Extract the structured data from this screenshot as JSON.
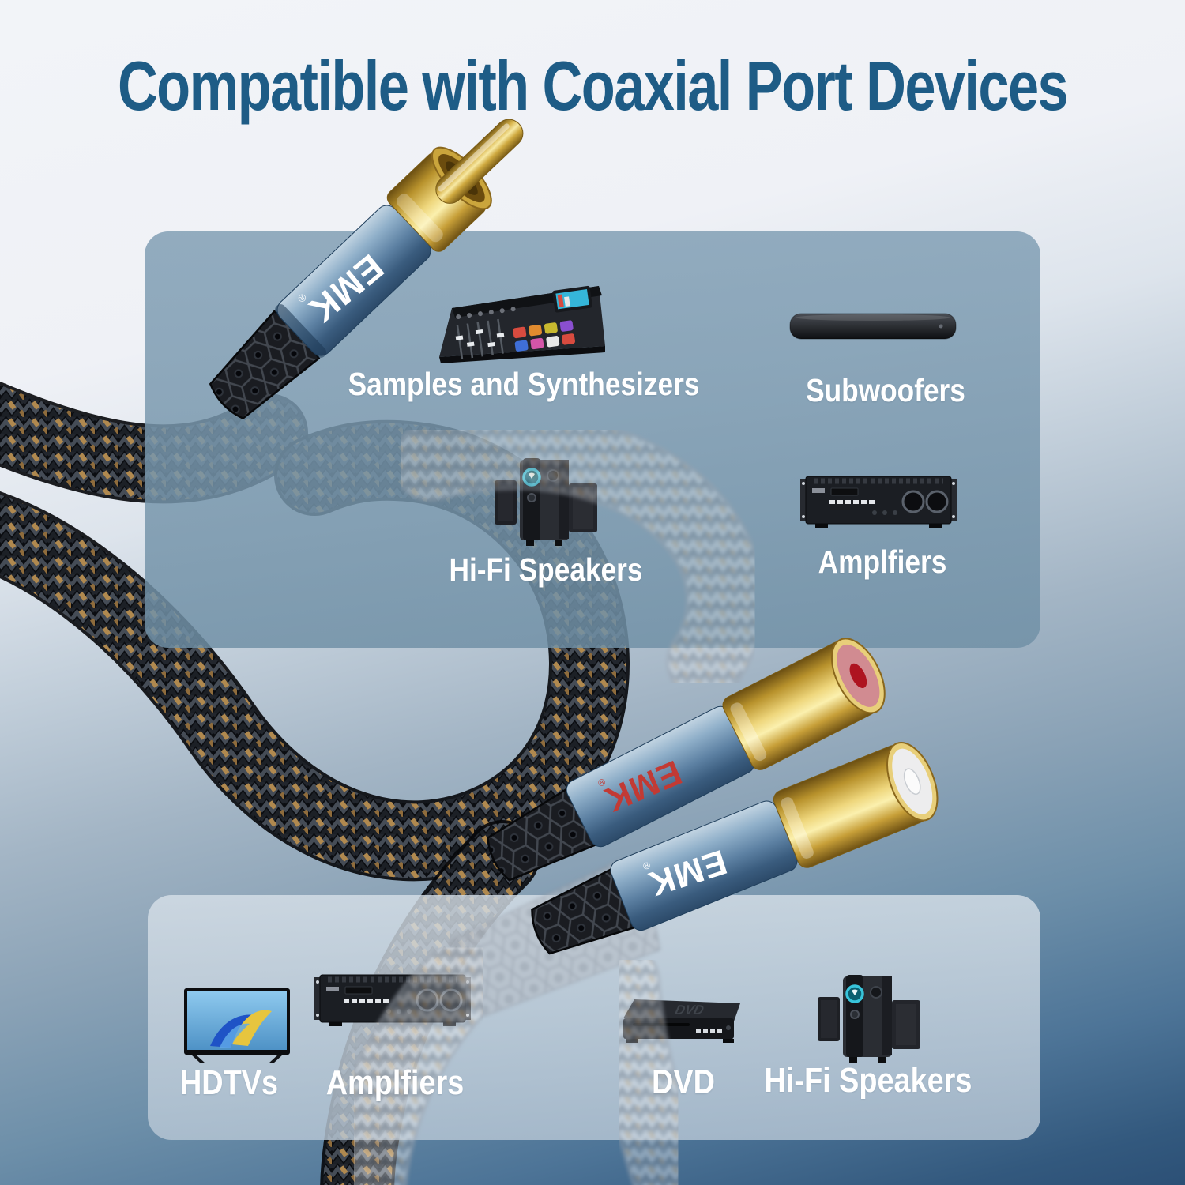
{
  "title": "Compatible with Coaxial Port Devices",
  "brand": {
    "logo_text": "EMK",
    "registered_mark": "®"
  },
  "panels": {
    "top": {
      "items": [
        {
          "label": "Samples and Synthesizers",
          "icon": "audio-mixer"
        },
        {
          "label": "Subwoofers",
          "icon": "soundbar-subwoofer"
        },
        {
          "label": "Hi-Fi Speakers",
          "icon": "hifi-speaker-set"
        },
        {
          "label": "Amplfiers",
          "icon": "amplifier"
        }
      ]
    },
    "bottom": {
      "items": [
        {
          "label": "HDTVs",
          "icon": "hdtv"
        },
        {
          "label": "Amplfiers",
          "icon": "amplifier"
        },
        {
          "label": "DVD",
          "icon": "dvd-player",
          "marking": "DVD"
        },
        {
          "label": "Hi-Fi Speakers",
          "icon": "hifi-speaker-set"
        }
      ]
    }
  },
  "connectors": [
    {
      "name": "male-rca-plug",
      "logo_color": "#ffffff"
    },
    {
      "name": "female-rca-jack-red",
      "logo_color": "#c23a34",
      "port_color": "#b01622"
    },
    {
      "name": "female-rca-jack-white",
      "logo_color": "#ffffff",
      "port_color": "#f4f4f4"
    }
  ],
  "colors": {
    "title_text": "#1e5c86",
    "label_text": "#ffffff",
    "panel_top": "#8aa3b7",
    "panel_bottom": "#c7d3de",
    "background_top": "#f1f3f7",
    "background_bottom": "#2f547a",
    "gold": "#d8b54e",
    "connector_blue": "#51759a",
    "braid_tan": "#b0894f"
  }
}
